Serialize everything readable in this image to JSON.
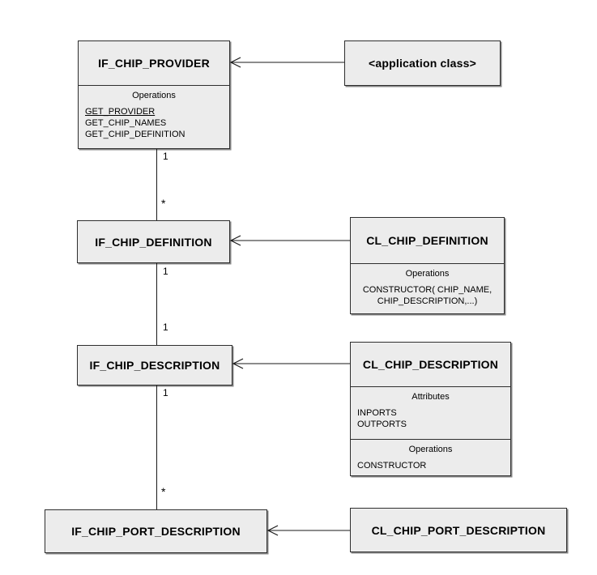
{
  "diagram": {
    "kind": "uml-class-diagram",
    "colors": {
      "background": "#ffffff",
      "box_fill": "#ececec",
      "box_border": "#2e2e2e",
      "line": "#1a1a1a",
      "text": "#000000"
    },
    "classes": {
      "if_chip_provider": {
        "title": "IF_CHIP_PROVIDER",
        "operations_label": "Operations",
        "operations": [
          "GET_PROVIDER",
          "GET_CHIP_NAMES",
          "GET_CHIP_DEFINITION"
        ]
      },
      "application_class": {
        "title": "<application class>"
      },
      "if_chip_definition": {
        "title": "IF_CHIP_DEFINITION"
      },
      "cl_chip_definition": {
        "title": "CL_CHIP_DEFINITION",
        "operations_label": "Operations",
        "operations": [
          "CONSTRUCTOR( CHIP_NAME,",
          "CHIP_DESCRIPTION,...)"
        ]
      },
      "if_chip_description": {
        "title": "IF_CHIP_DESCRIPTION"
      },
      "cl_chip_description": {
        "title": "CL_CHIP_DESCRIPTION",
        "attributes_label": "Attributes",
        "attributes": [
          "INPORTS",
          "OUTPORTS"
        ],
        "operations_label": "Operations",
        "operations": [
          "CONSTRUCTOR"
        ]
      },
      "if_chip_port_description": {
        "title": "IF_CHIP_PORT_DESCRIPTION"
      },
      "cl_chip_port_description": {
        "title": "CL_CHIP_PORT_DESCRIPTION"
      }
    },
    "connectors": {
      "provider_to_definition": {
        "source_multiplicity": "1",
        "target_multiplicity": "*"
      },
      "definition_to_description": {
        "source_multiplicity": "1",
        "target_multiplicity": "1"
      },
      "description_to_port": {
        "source_multiplicity": "1",
        "target_multiplicity": "*"
      }
    }
  }
}
